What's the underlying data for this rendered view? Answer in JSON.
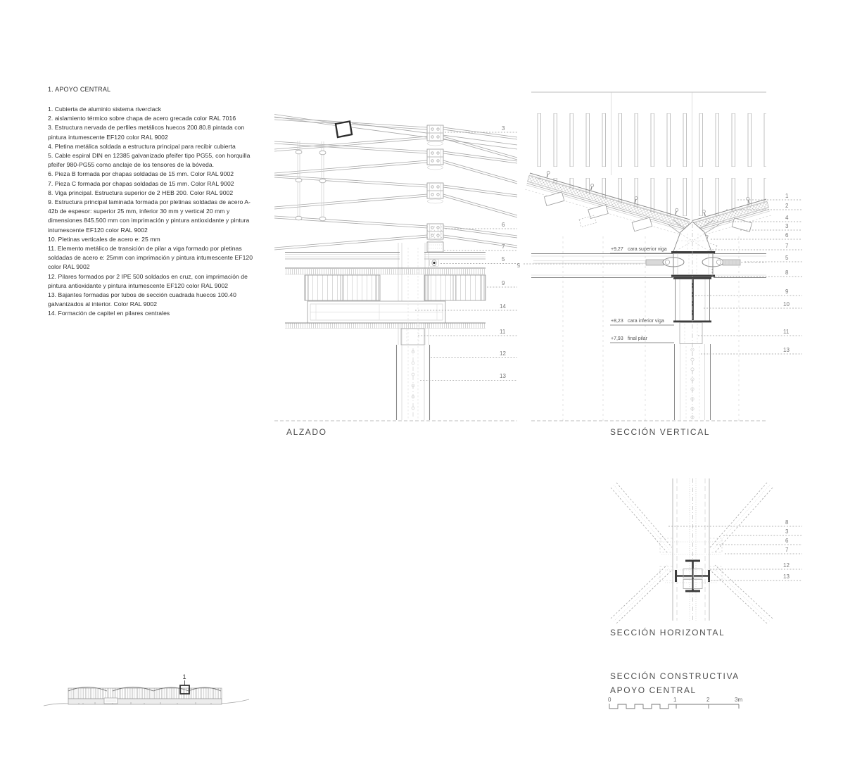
{
  "legend": {
    "title": "1. APOYO CENTRAL",
    "items": [
      "1. Cubierta de aluminio sistema riverclack",
      "2. aislamiento térmico sobre chapa de acero grecada color RAL 7016",
      "3. Estructura nervada de perfiles metálicos huecos 200.80.8 pintada con pintura intumescente EF120 color RAL 9002",
      "4. Pletina metálica soldada a estructura principal para recibir cubierta",
      "5. Cable espiral DIN en 12385 galvanizado pfeifer tipo PG55, con horquilla pfeifer 980-PG55 como anclaje de los tensores de la bóveda.",
      "6. Pieza B formada por chapas soldadas de 15 mm. Color RAL 9002",
      "7. Pieza C formada por chapas soldadas de 15 mm. Color RAL 9002",
      "8. Viga principal. Estructura superior de 2 HEB 200. Color RAL 9002",
      "9. Estructura principal laminada formada por pletinas soldadas de acero A-42b de espesor: superior 25 mm, inferior 30 mm y vertical 20 mm y dimensiones 845.500 mm con imprimación y pintura antioxidante y pintura intumescente EF120 color RAL 9002",
      "10. Pletinas verticales de acero e: 25 mm",
      "11. Elemento metálico de transición de pilar a viga formado por pletinas soldadas de acero e: 25mm con imprimación y pintura intumescente EF120 color RAL 9002",
      "12. Pilares formados por 2 IPE 500 soldados en cruz, con imprimación de pintura antioxidante y pintura intumescente EF120 color RAL 9002",
      "13. Bajantes formadas por tubos de sección cuadrada huecos 100.40 galvanizados al interior. Color RAL 9002",
      "14. Formación de capitel en pilares centrales"
    ]
  },
  "drawings": {
    "alzado": {
      "title": "ALZADO",
      "callouts": [
        "3",
        "6",
        "7",
        "5",
        "9",
        "14",
        "11",
        "12",
        "13"
      ],
      "mirrored_callout": "5"
    },
    "seccion_vertical": {
      "title": "SECCIÓN VERTICAL",
      "callouts": [
        "1",
        "2",
        "4",
        "3",
        "6",
        "7",
        "5",
        "8",
        "9",
        "10",
        "11",
        "13"
      ],
      "levels": [
        {
          "value": "+9,27",
          "label": "cara superior viga"
        },
        {
          "value": "+8,23",
          "label": "cara inferior viga"
        },
        {
          "value": "+7,93",
          "label": "final pilar"
        }
      ]
    },
    "seccion_horizontal": {
      "title": "SECCIÓN HORIZONTAL",
      "callouts": [
        "8",
        "3",
        "6",
        "7",
        "12",
        "13"
      ]
    },
    "keyplan": {
      "marker": "1"
    }
  },
  "titleblock": {
    "line1": "SECCIÓN CONSTRUCTIVA",
    "line2": "APOYO CENTRAL",
    "scale_ticks": [
      "0",
      "1",
      "2",
      "3m"
    ]
  },
  "colors": {
    "line": "#8a8a8a",
    "light_line": "#c9c9c9",
    "dark_steel": "#3c3c3c",
    "text": "#2e2e2e",
    "muted_text": "#777777"
  }
}
